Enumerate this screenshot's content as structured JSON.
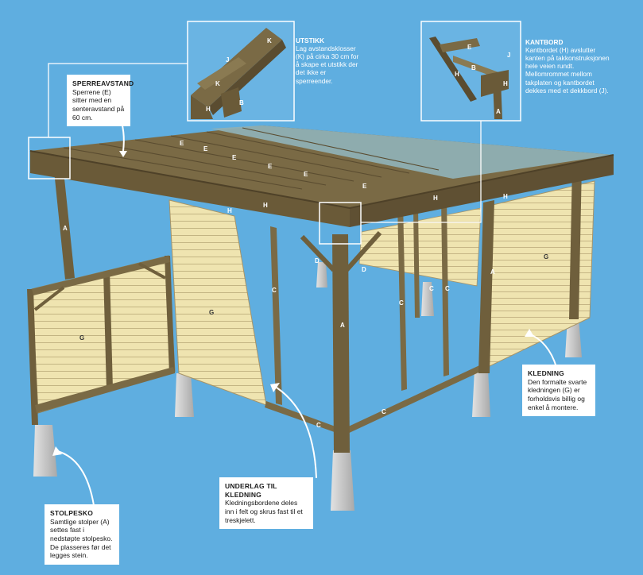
{
  "callouts": {
    "sperreavstand": {
      "title": "SPERREAVSTAND",
      "text": "Sperrene (E) sitter med en senteravstand på 60 cm."
    },
    "utstikk": {
      "title": "UTSTIKK",
      "text": "Lag avstandsklosser (K) på cirka 30 cm for å skape et utstikk der det ikke er sperreender."
    },
    "kantbord": {
      "title": "KANTBORD",
      "text": "Kantbordet (H) avslutter kanten på takkonstruksjonen hele veien rundt. Mellomrommet mellom takplaten og kantbordet dekkes med et dekkbord (J)."
    },
    "kledning": {
      "title": "KLEDNING",
      "text": "Den formalte svarte kledningen (G) er forholdsvis billig og enkel å montere."
    },
    "underlag": {
      "title": "UNDERLAG TIL KLEDNING",
      "text": "Kledningsbordene deles inn i felt og skrus fast til et treskjelett."
    },
    "stolpesko": {
      "title": "STOLPESKO",
      "text": "Samtlige stolper (A) settes fast i nedstøpte stolpesko. De plasseres før det legges stein."
    }
  },
  "part_labels": {
    "A": "A",
    "B": "B",
    "C": "C",
    "D": "D",
    "E": "E",
    "G": "G",
    "H": "H",
    "J": "J",
    "K": "K"
  },
  "colors": {
    "background": "#5faee0",
    "timber": "#7a6a45",
    "timber_dark": "#5a4c30",
    "cladding": "#efe4b0",
    "roof_plate": "#8fb0b4",
    "concrete": "#c9c9c9"
  }
}
